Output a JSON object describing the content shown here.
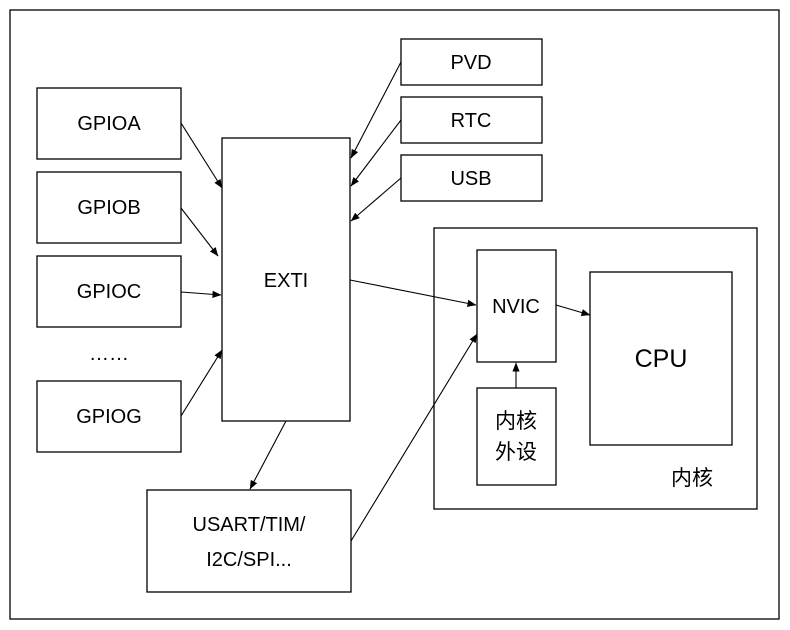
{
  "diagram": {
    "gpio": {
      "a": "GPIOA",
      "b": "GPIOB",
      "c": "GPIOC",
      "ellipsis": "……",
      "g": "GPIOG"
    },
    "exti": "EXTI",
    "sources": {
      "pvd": "PVD",
      "rtc": "RTC",
      "usb": "USB"
    },
    "nvic": "NVIC",
    "cpu": "CPU",
    "core_peripheral": {
      "line1": "内核",
      "line2": "外设"
    },
    "core_label": "内核",
    "peripherals": {
      "line1": "USART/TIM/",
      "line2": "I2C/SPI..."
    }
  }
}
